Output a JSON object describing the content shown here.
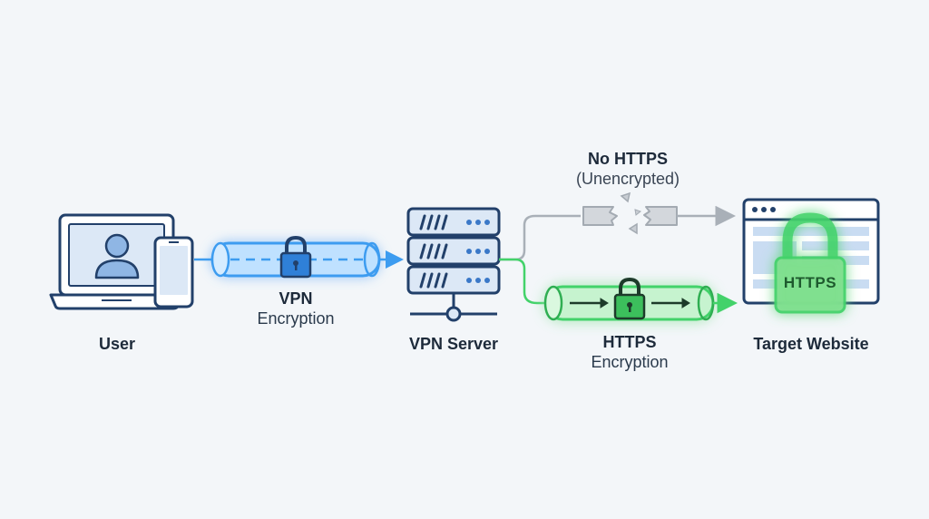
{
  "nodes": {
    "user": {
      "label": "User"
    },
    "vpn_server": {
      "label": "VPN Server"
    },
    "target": {
      "label": "Target Website",
      "badge": "HTTPS"
    }
  },
  "links": {
    "vpn": {
      "title": "VPN",
      "subtitle": "Encryption"
    },
    "https": {
      "title": "HTTPS",
      "subtitle": "Encryption"
    },
    "no_https": {
      "title": "No HTTPS",
      "subtitle": "(Unencrypted)"
    }
  },
  "colors": {
    "outline": "#22406a",
    "node_fill": "#dce8f6",
    "vpn_glow": "#3d9cf0",
    "https_glow": "#43d26a",
    "unencrypted": "#a9b0b8"
  },
  "icons": [
    "laptop-icon",
    "phone-icon",
    "user-avatar-icon",
    "lock-icon",
    "server-icon",
    "browser-window-icon",
    "broken-pipe-icon"
  ]
}
